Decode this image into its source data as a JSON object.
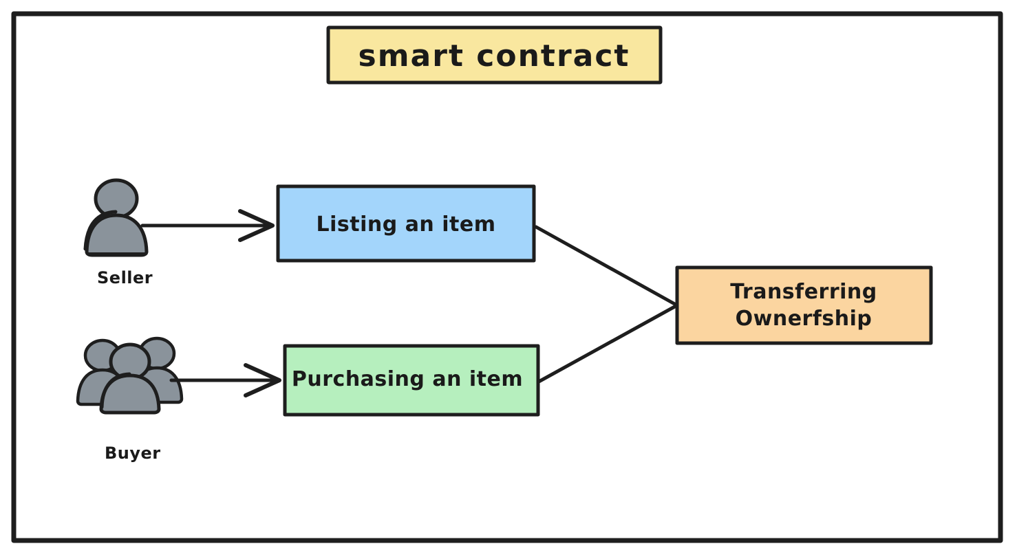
{
  "diagram": {
    "title": "smart contract",
    "frame": {
      "border_color": "#1e1e1e",
      "background": "#ffffff"
    },
    "colors": {
      "title_fill": "#f9e79f",
      "listing_fill": "#a3d5fb",
      "purchasing_fill": "#b6efbe",
      "transfer_fill": "#fbd5a0",
      "stroke": "#1e1e1e",
      "person_fill": "#8a939b"
    },
    "actors": [
      {
        "id": "seller",
        "label": "Seller",
        "icon": "single-person-icon"
      },
      {
        "id": "buyer",
        "label": "Buyer",
        "icon": "group-of-people-icon"
      }
    ],
    "nodes": [
      {
        "id": "listing",
        "label": "Listing an item",
        "fill": "#a3d5fb"
      },
      {
        "id": "purchasing",
        "label": "Purchasing an item",
        "fill": "#b6efbe"
      },
      {
        "id": "transfer",
        "label_line1": "Transferring",
        "label_line2": "Ownerfship",
        "fill": "#fbd5a0"
      }
    ],
    "edges": [
      {
        "id": "seller-to-listing",
        "from": "Seller",
        "to": "Listing an item",
        "arrow": true
      },
      {
        "id": "buyer-to-purchasing",
        "from": "Buyer",
        "to": "Purchasing an item",
        "arrow": true
      },
      {
        "id": "listing-to-transfer",
        "from": "Listing an item",
        "to": "Transferring Ownerfship",
        "arrow": true
      },
      {
        "id": "purchasing-to-transfer",
        "from": "Purchasing an item",
        "to": "Transferring Ownerfship",
        "arrow": true
      }
    ]
  }
}
